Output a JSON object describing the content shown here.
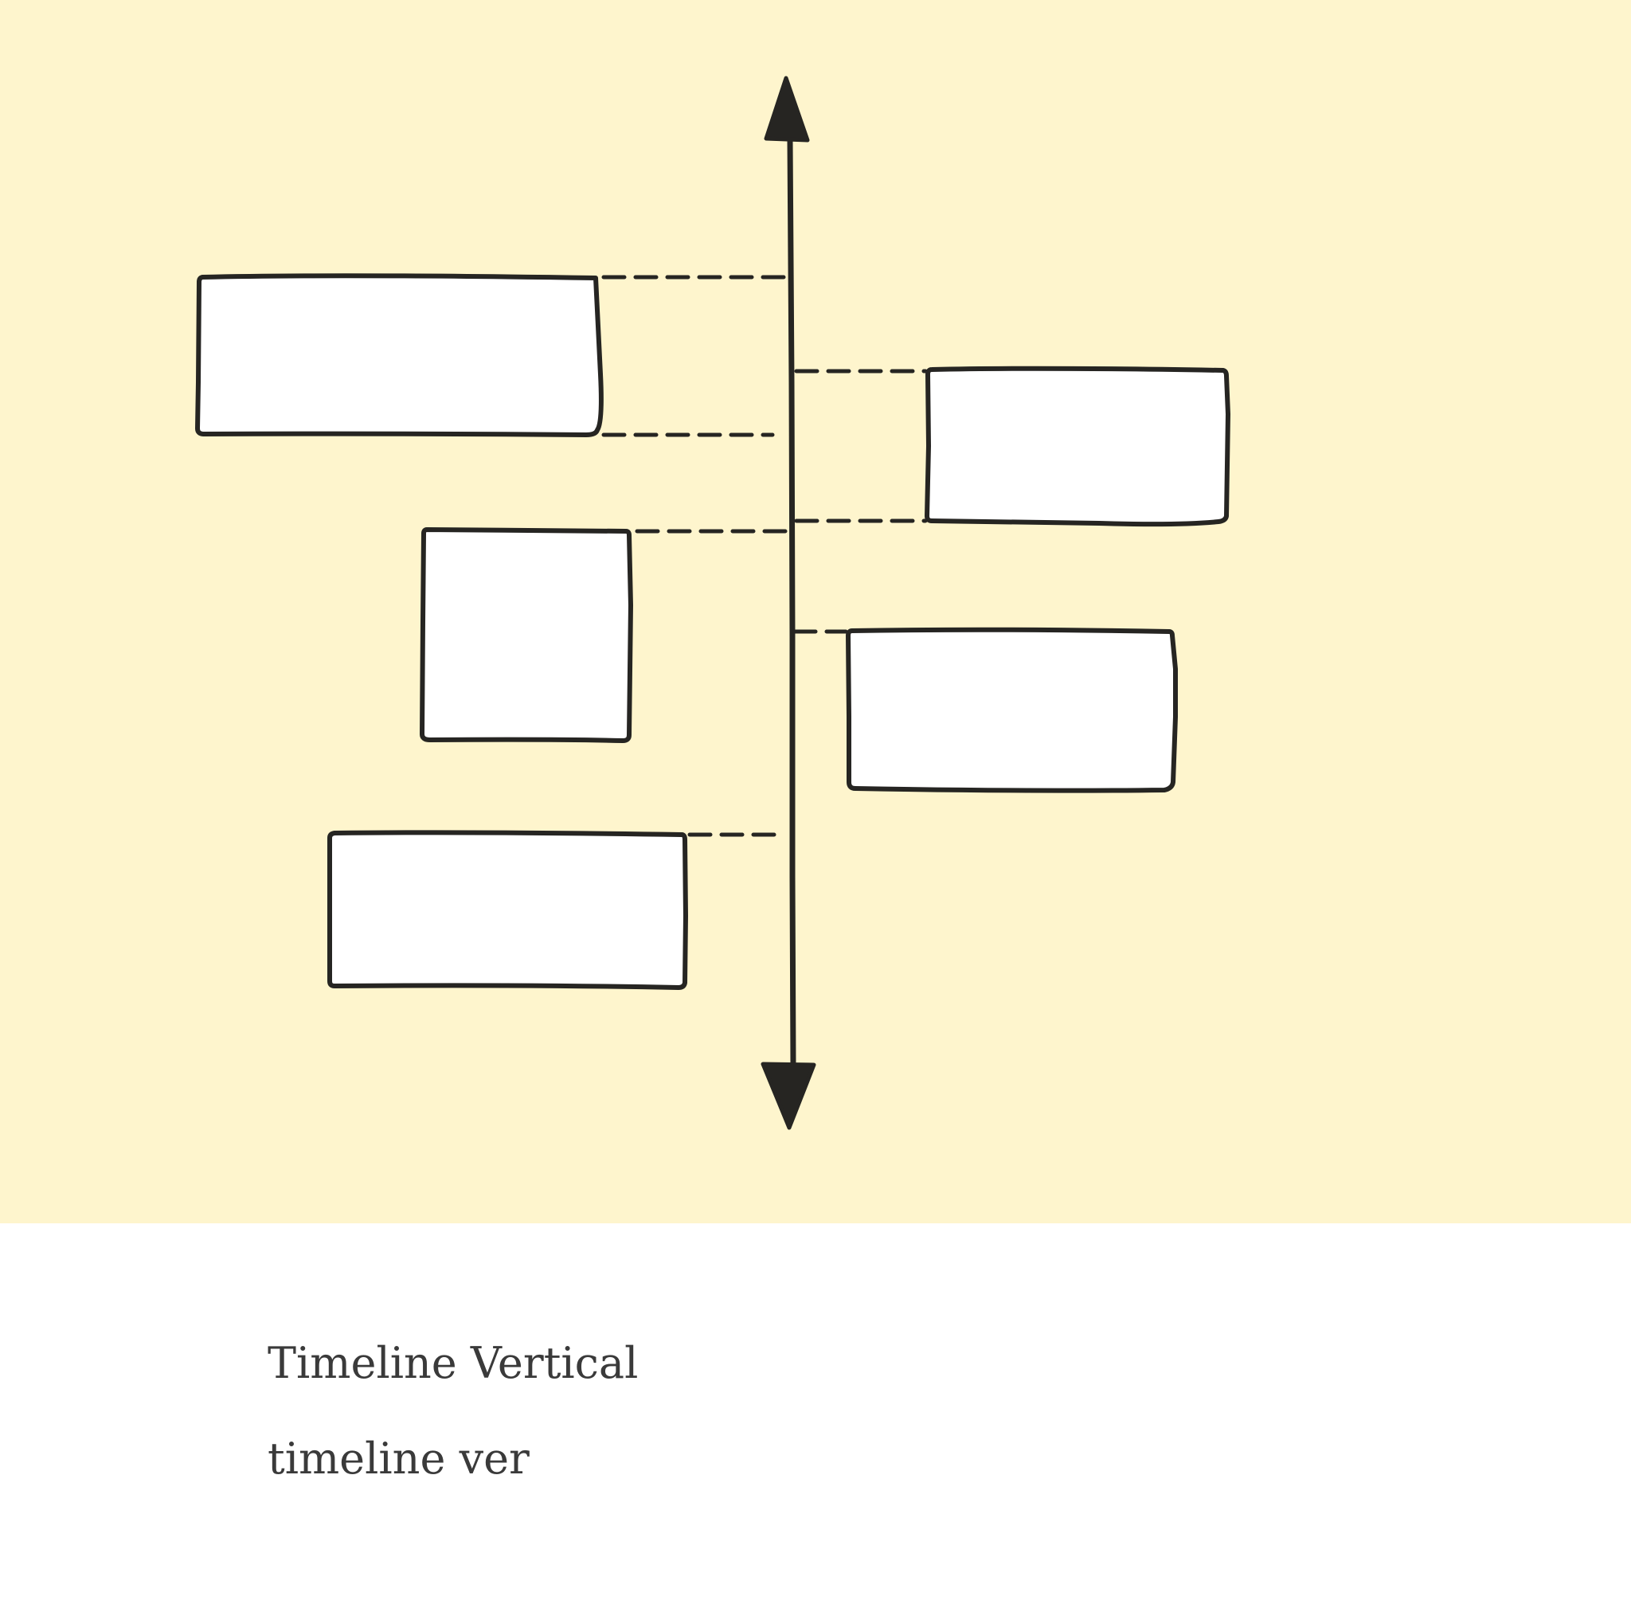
{
  "template": {
    "title": "Timeline Vertical",
    "subtitle": "timeline ver"
  },
  "colors": {
    "canvas_background": "#fef5cd",
    "page_background": "#ffffff",
    "stroke": "#262522",
    "box_fill": "#ffffff",
    "caption_text": "#3a3a3a"
  },
  "diagram": {
    "type": "vertical-timeline",
    "axis": {
      "icon": "double-headed-arrow-vertical"
    },
    "events": [
      {
        "side": "left",
        "label": ""
      },
      {
        "side": "right",
        "label": ""
      },
      {
        "side": "left",
        "label": ""
      },
      {
        "side": "right",
        "label": ""
      },
      {
        "side": "left",
        "label": ""
      }
    ]
  }
}
